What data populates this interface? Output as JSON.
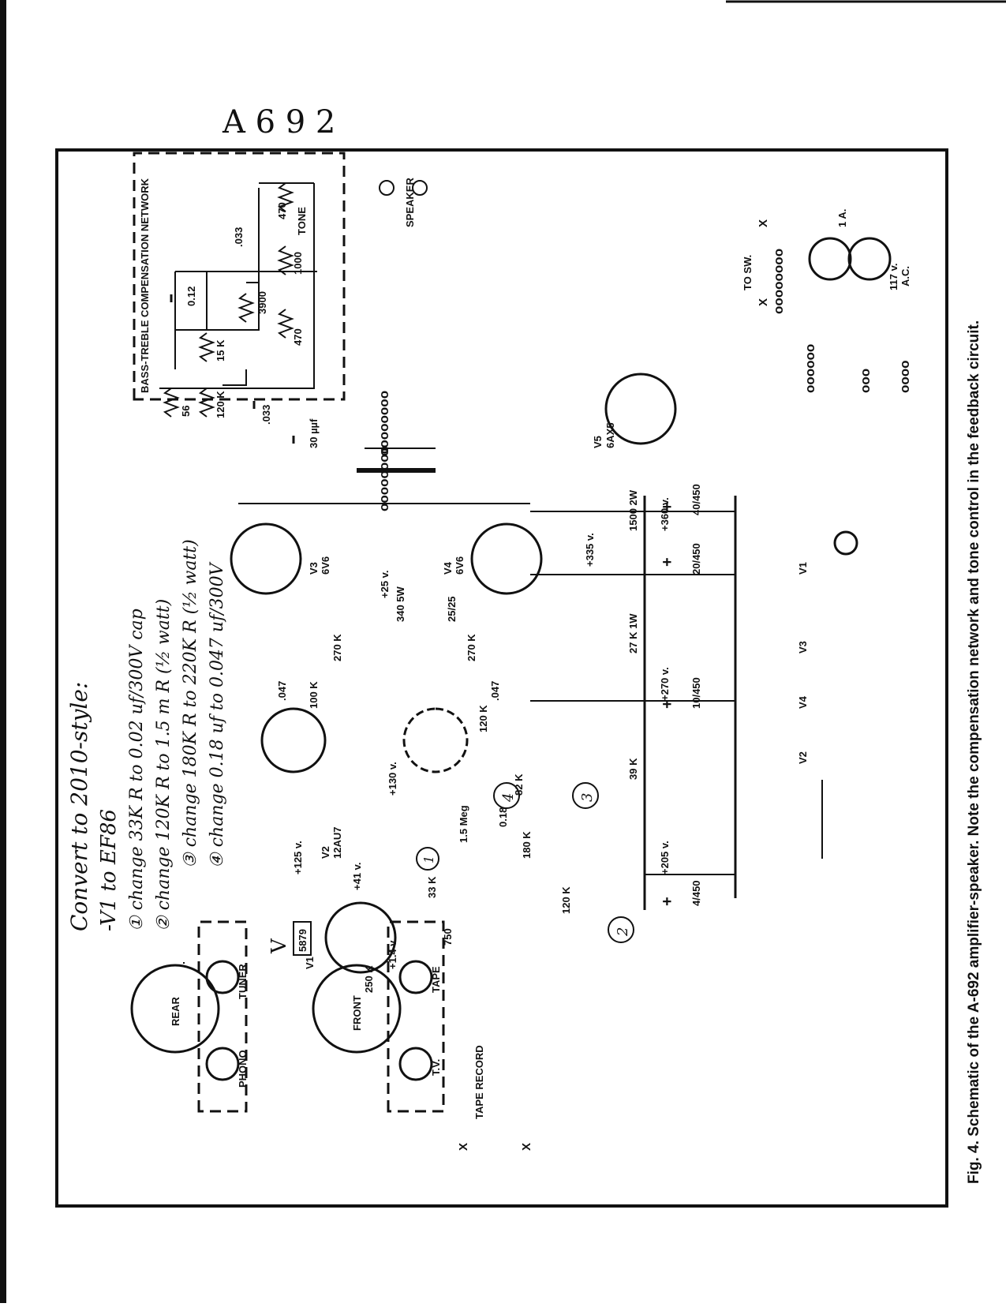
{
  "header_mark": "A 6 9 2",
  "caption": "Fig. 4. Schematic of the A-692 amplifier-speaker. Note the compensation network and tone control in the feedback circuit.",
  "network_label": "BASS-TREBLE COMPENSATION NETWORK",
  "handwritten": {
    "title": "Convert to 2010-style:",
    "line1": "-V1 to EF86",
    "line2": "① change 33K R to 0.02 uf/300V cap",
    "line3": "② change 120K R to 1.5 m R (½ watt)",
    "line4": "③ change 180K R to 220K R (½ watt)",
    "line5": "④ change 0.18 uf to 0.047 uf/300V",
    "m1": "1",
    "m2": "2",
    "m3": "3",
    "m4": "4",
    "mv": "V"
  },
  "components": {
    "speaker": "SPEAKER",
    "tone": "TONE",
    "r470a": "470",
    "r1000": "1000",
    "r470b": "470",
    "c033a": ".033",
    "r3900": "3900",
    "r15k": "15 K",
    "c012": "0.12",
    "r56": "56",
    "r120k": "120 K",
    "c033b": ".033",
    "c30": "30 µµf",
    "v5": "V5",
    "v5type": "6AX5",
    "v3": "V3",
    "v3type": "6V6",
    "v4": "V4",
    "v4type": "6V6",
    "v2": "V2",
    "v2type": "12AU7",
    "v1": "V1",
    "v1type": "5879",
    "r1500": "1500 2W",
    "r27k": "27 K 1W",
    "r39k": "39 K",
    "r82k": "82 K",
    "r15meg": "1.5 Meg",
    "c018": "0.18",
    "r180k": "180 K",
    "r120kb": "120 K",
    "r33k": "33 K",
    "r750": "750",
    "r250k": "250 K",
    "r270a": "270 K",
    "r270b": "270 K",
    "r340": "340 5W",
    "c2525": "25/25",
    "c047a": ".047",
    "c047b": ".047",
    "r100k": "100 K",
    "r120kc": "120 K",
    "c4040": "40/450",
    "c2040": "20/450",
    "c1040": "10/450",
    "c440": "4/450",
    "v360": "+360 v.",
    "v355": "+335 v.",
    "v270": "+270 v.",
    "v205": "+205 v.",
    "v125": "+125 v.",
    "v130": "+130 v.",
    "v25": "+25 v.",
    "v41": "+41 v.",
    "v14": "+1.4 v.",
    "fuse": "1 A.",
    "tosw": "TO SW.",
    "ac": "A.C.",
    "v117": "117 v.",
    "x1": "X",
    "x2": "X",
    "x3": "X",
    "x4": "X",
    "rear": "REAR",
    "front": "FRONT",
    "phono": "PHONO",
    "tuner": "TUNER",
    "tv": "T.V.",
    "tape": "TAPE",
    "taperecord": "TAPE RECORD",
    "h1": "V1",
    "h2": "V3",
    "h3": "V4",
    "h4": "V2",
    "plus1": "+",
    "plus2": "+",
    "plus3": "+",
    "plus4": "+"
  }
}
